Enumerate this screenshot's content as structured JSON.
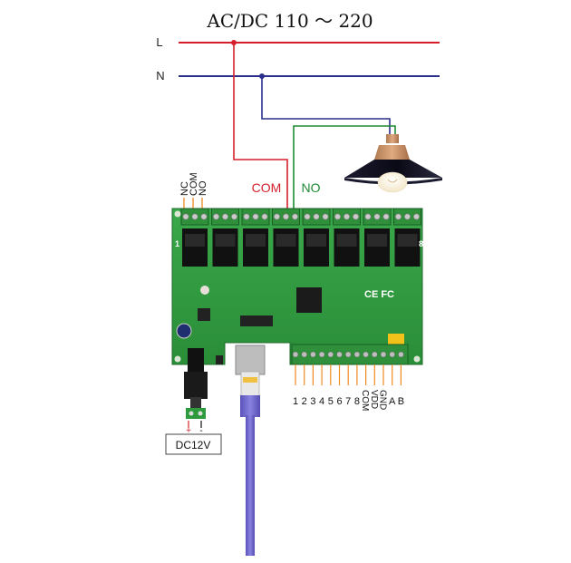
{
  "title": "AC/DC 110 ～ 220",
  "lines": {
    "live": "L",
    "neutral": "N"
  },
  "relay_labels": {
    "com": "COM",
    "no": "NO"
  },
  "terminal_labels": [
    "NC",
    "COM",
    "NO"
  ],
  "board_index": {
    "first": "1",
    "last": "8"
  },
  "io_labels": [
    "1",
    "2",
    "3",
    "4",
    "5",
    "6",
    "7",
    "8",
    "COM",
    "VDD",
    "GND",
    "A",
    "B"
  ],
  "power_label": "DC12V",
  "polarity": {
    "plus": "+",
    "minus": "-"
  },
  "cert_marks": "CE FC",
  "colors": {
    "live": "#d61f2a",
    "neutral": "#2b2f8c",
    "no_wire": "#1e8a34",
    "board": "#2f9a3c",
    "relay": "#111111",
    "terminal": "#2f8f3a",
    "cable": "#6b63c9",
    "lamp_shade": "#0c0c1c",
    "lamp_cap": "#c79066"
  },
  "icons": [
    "lamp-icon",
    "rj45-connector-icon",
    "dc-jack-icon"
  ]
}
